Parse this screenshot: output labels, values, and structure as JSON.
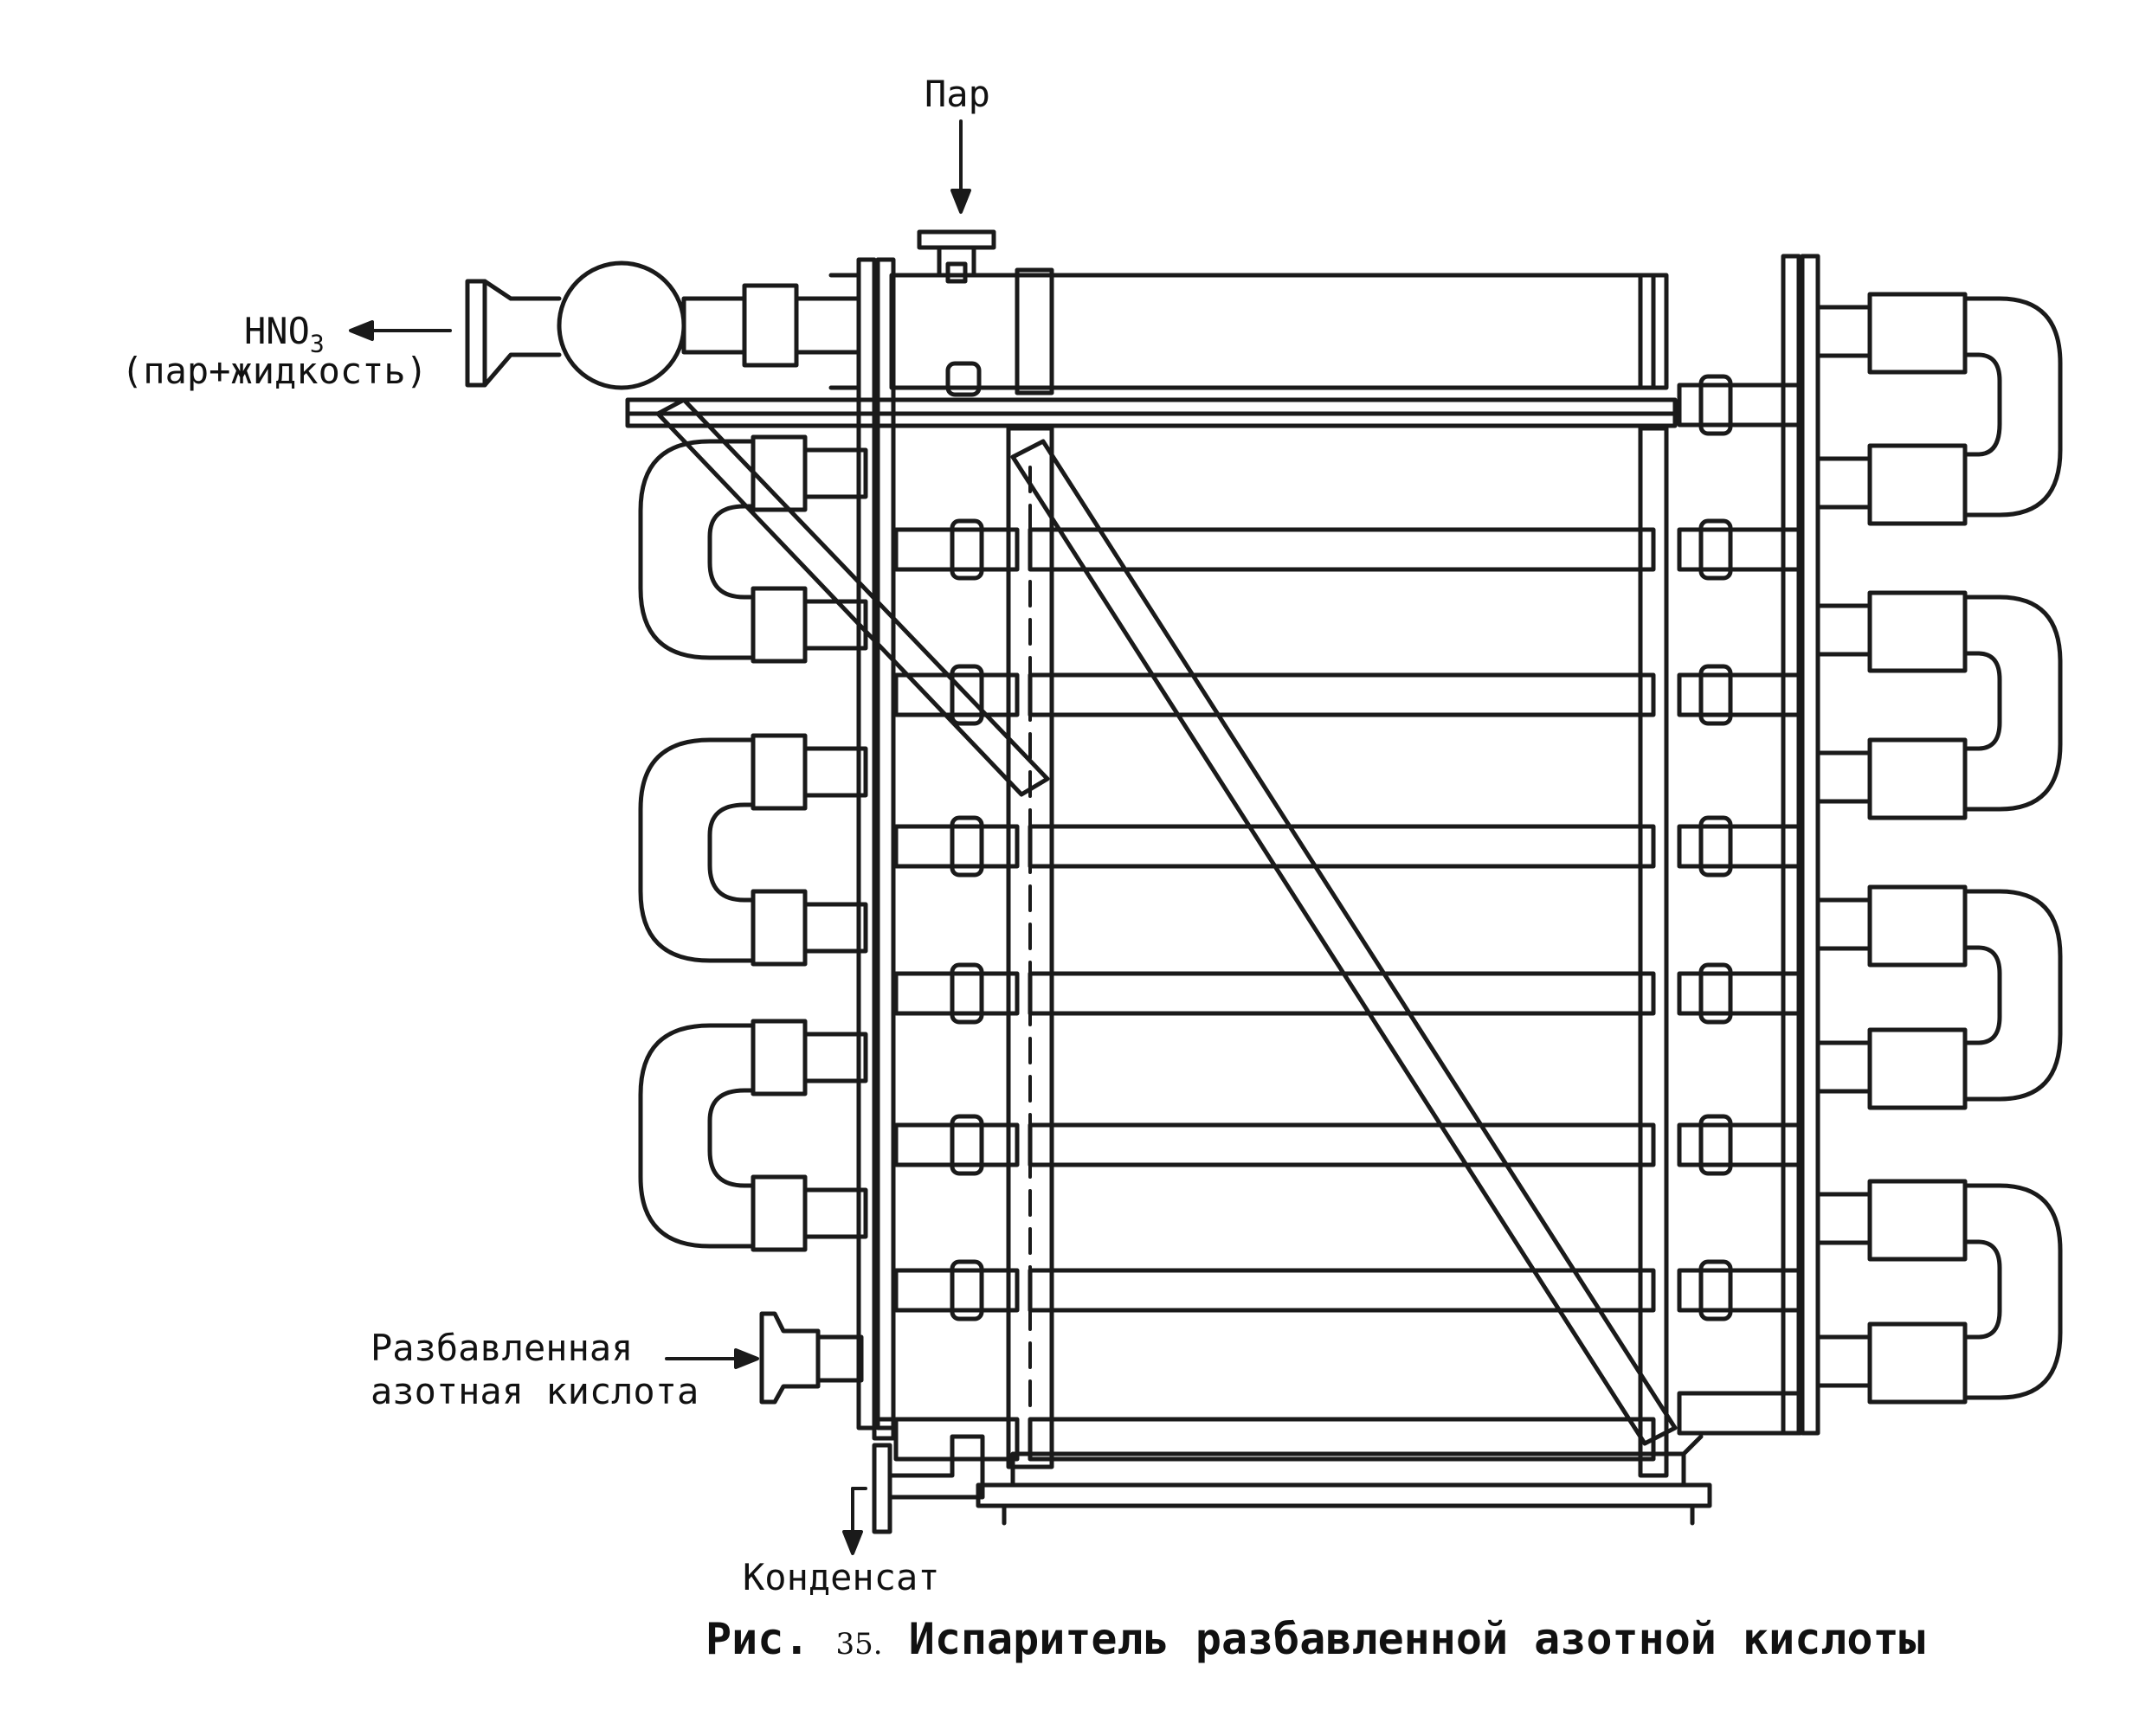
{
  "labels": {
    "steam_in": "Пар",
    "product_out_formula": "HNO",
    "product_out_sub": "3",
    "product_out_note": "(пар+жидкость)",
    "feed_in_line1": "Разбавленная",
    "feed_in_line2": "азотная кислота",
    "condensate_out": "Конденсат"
  },
  "caption": {
    "prefix": "Рис.",
    "number": "35.",
    "text": "Испаритель разбавленной азотной кислоты"
  },
  "colors": {
    "line": "#1a1a1a",
    "background": "#ffffff"
  }
}
